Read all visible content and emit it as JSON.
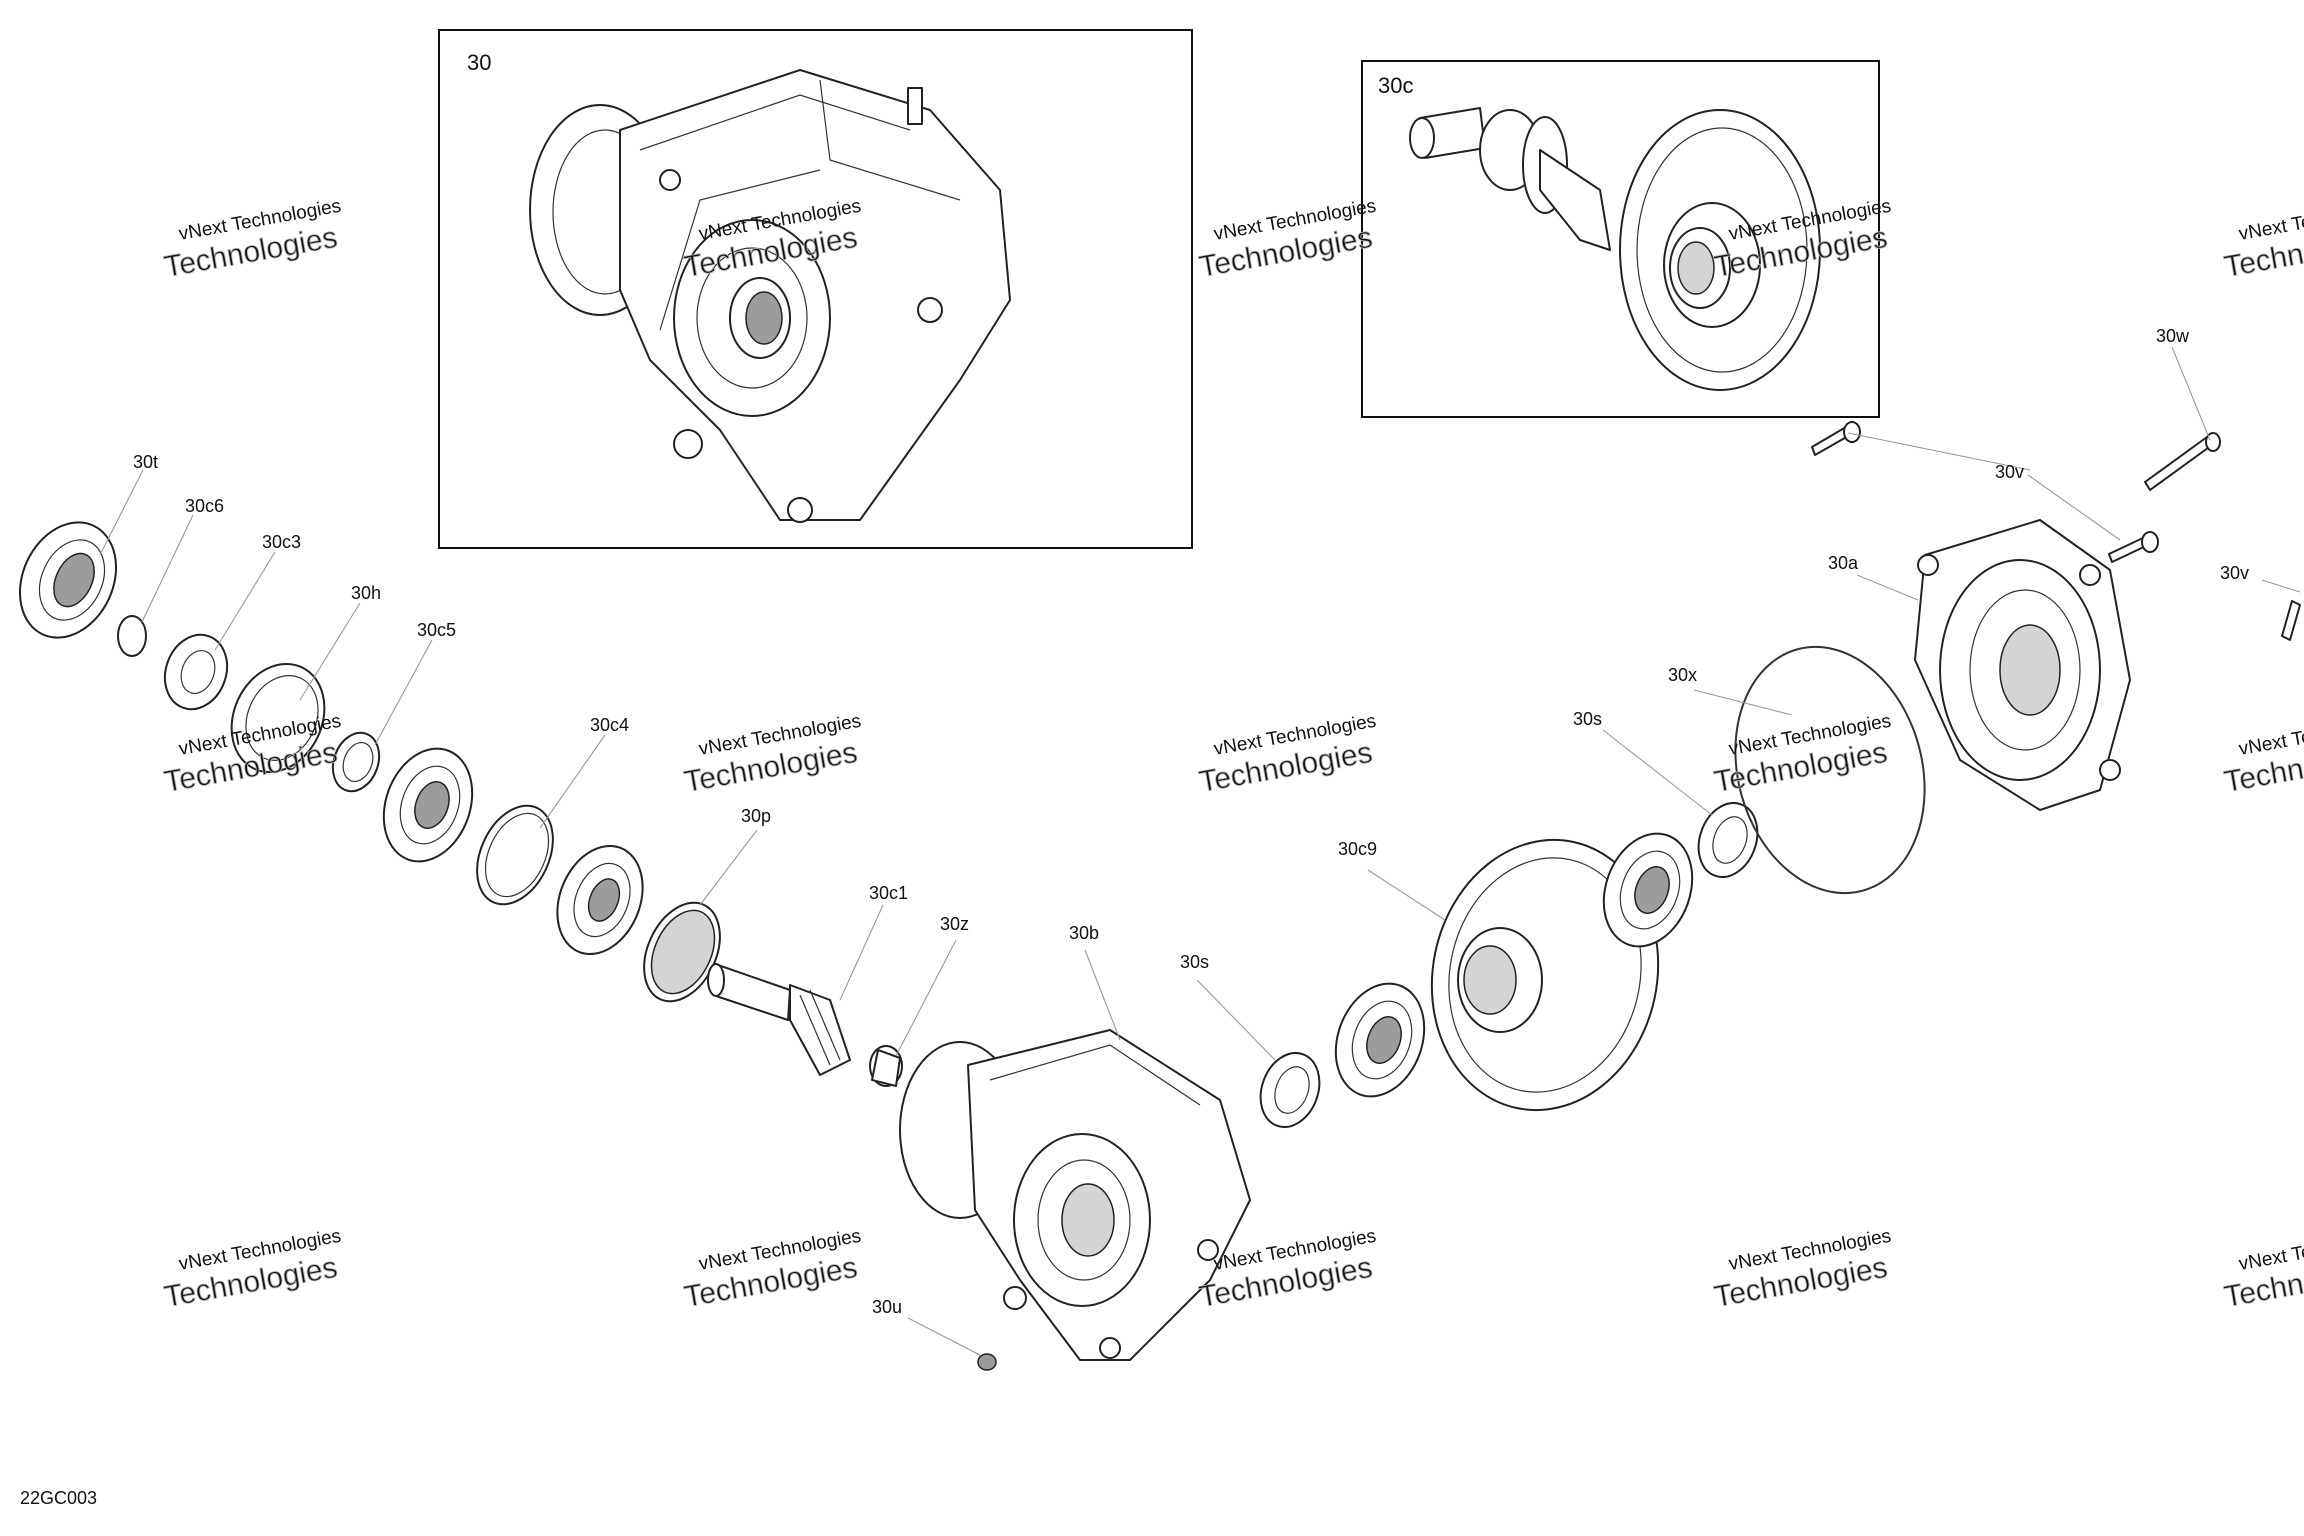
{
  "figure_code": "22GC003",
  "watermark": {
    "line1": "vNext Technologies",
    "line2": "Technologies"
  },
  "insets": [
    {
      "id": "30",
      "label": "30"
    },
    {
      "id": "30c",
      "label": "30c"
    }
  ],
  "callouts": [
    {
      "id": "30t",
      "label": "30t"
    },
    {
      "id": "30c6",
      "label": "30c6"
    },
    {
      "id": "30c3",
      "label": "30c3"
    },
    {
      "id": "30h",
      "label": "30h"
    },
    {
      "id": "30c5",
      "label": "30c5"
    },
    {
      "id": "30c4",
      "label": "30c4"
    },
    {
      "id": "30p",
      "label": "30p"
    },
    {
      "id": "30c1",
      "label": "30c1"
    },
    {
      "id": "30z",
      "label": "30z"
    },
    {
      "id": "30b",
      "label": "30b"
    },
    {
      "id": "30s-front",
      "label": "30s"
    },
    {
      "id": "30c9",
      "label": "30c9"
    },
    {
      "id": "30s-rear",
      "label": "30s"
    },
    {
      "id": "30x",
      "label": "30x"
    },
    {
      "id": "30a",
      "label": "30a"
    },
    {
      "id": "30v-upper",
      "label": "30v"
    },
    {
      "id": "30w",
      "label": "30w"
    },
    {
      "id": "30v-right",
      "label": "30v"
    },
    {
      "id": "30u",
      "label": "30u"
    }
  ]
}
